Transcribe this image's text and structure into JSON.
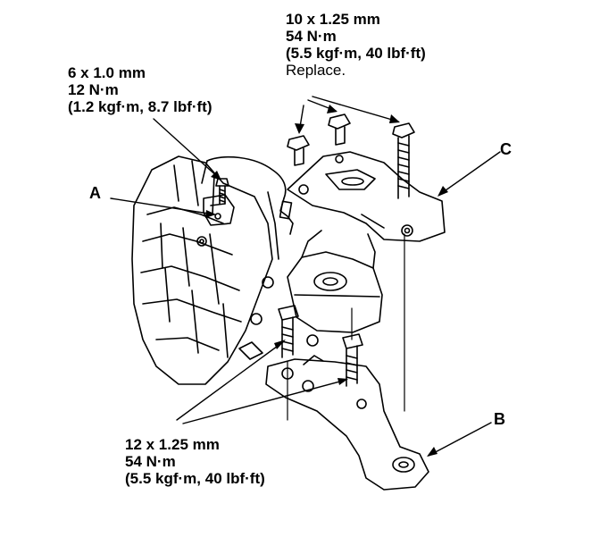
{
  "specs": {
    "top_bolts": {
      "size": "10 x 1.25 mm",
      "torque": "54 N·m",
      "torque_alt": "(5.5 kgf·m, 40 lbf·ft)",
      "note": "Replace."
    },
    "small_bolt": {
      "size": "6 x 1.0 mm",
      "torque": "12 N·m",
      "torque_alt": "(1.2 kgf·m, 8.7 lbf·ft)"
    },
    "lower_bolts": {
      "size": "12 x 1.25 mm",
      "torque": "54 N·m",
      "torque_alt": "(5.5 kgf·m, 40 lbf·ft)"
    }
  },
  "callouts": {
    "a": "A",
    "b": "B",
    "c": "C"
  },
  "colors": {
    "ink": "#000000",
    "paper": "#ffffff"
  }
}
